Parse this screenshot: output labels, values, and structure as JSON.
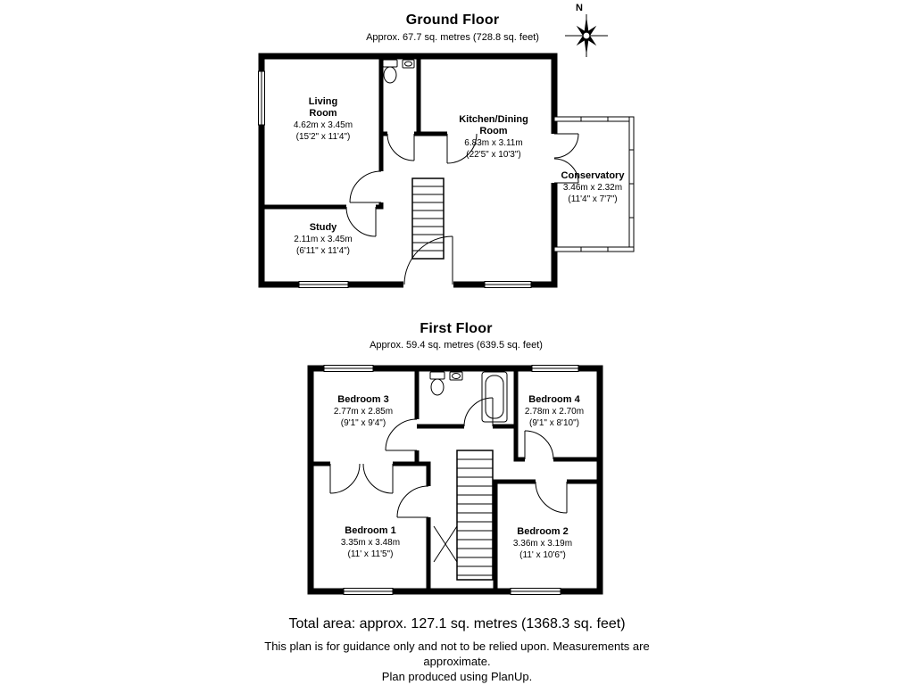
{
  "colors": {
    "walls": "#000000",
    "background": "#ffffff"
  },
  "compass": {
    "label": "N"
  },
  "icons": {
    "compass": "compass-rose",
    "stairs": "stairs",
    "toilet": "toilet",
    "sink": "sink",
    "bathtub": "bathtub"
  },
  "ground_floor": {
    "title": "Ground Floor",
    "subtitle": "Approx. 67.7 sq. metres (728.8 sq. feet)",
    "rooms": {
      "living_room": {
        "name": "Living Room",
        "metric": "4.62m x 3.45m",
        "imperial": "(15'2\" x 11'4\")"
      },
      "kitchen": {
        "name": "Kitchen/Dining Room",
        "metric": "6.83m x 3.11m",
        "imperial": "(22'5\" x 10'3\")"
      },
      "conservatory": {
        "name": "Conservatory",
        "metric": "3.46m x 2.32m",
        "imperial": "(11'4\" x 7'7\")"
      },
      "study": {
        "name": "Study",
        "metric": "2.11m x 3.45m",
        "imperial": "(6'11\" x 11'4\")"
      }
    }
  },
  "first_floor": {
    "title": "First Floor",
    "subtitle": "Approx. 59.4 sq. metres (639.5 sq. feet)",
    "rooms": {
      "bedroom3": {
        "name": "Bedroom 3",
        "metric": "2.77m x 2.85m",
        "imperial": "(9'1\" x 9'4\")"
      },
      "bedroom4": {
        "name": "Bedroom 4",
        "metric": "2.78m x 2.70m",
        "imperial": "(9'1\" x 8'10\")"
      },
      "bedroom1": {
        "name": "Bedroom 1",
        "metric": "3.35m x 3.48m",
        "imperial": "(11' x 11'5\")"
      },
      "bedroom2": {
        "name": "Bedroom 2",
        "metric": "3.36m x 3.19m",
        "imperial": "(11' x 10'6\")"
      }
    }
  },
  "footer": {
    "total_area": "Total area: approx. 127.1 sq. metres (1368.3 sq. feet)",
    "disclaimer_line1": "This plan is for guidance only and not to be relied upon. Measurements are",
    "disclaimer_line2": "approximate.",
    "produced_by": "Plan produced using PlanUp."
  }
}
